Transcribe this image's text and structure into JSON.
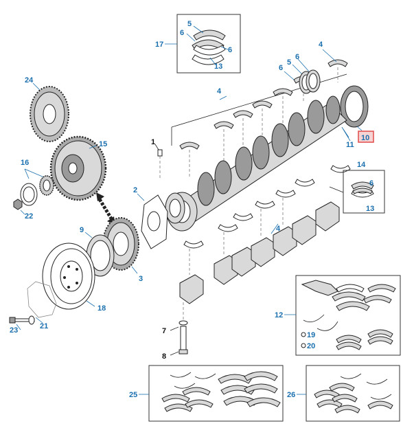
{
  "diagram": {
    "highlight_color": "#e04a4a",
    "callout_color": "#1a6fae",
    "callouts": {
      "c1": "1",
      "c2": "2",
      "c3": "3",
      "c4a": "4",
      "c4b": "4",
      "c4c": "4",
      "c5a": "5",
      "c5b": "5",
      "c6a": "6",
      "c6b": "6",
      "c6c": "6",
      "c6d": "6",
      "c6e": "6",
      "c7": "7",
      "c8": "8",
      "c9": "9",
      "c10": "10",
      "c11": "11",
      "c12": "12",
      "c13a": "13",
      "c13b": "13",
      "c14": "14",
      "c15": "15",
      "c16": "16",
      "c17": "17",
      "c18": "18",
      "c19": "19",
      "c20": "20",
      "c21": "21",
      "c22": "22",
      "c23": "23",
      "c24": "24",
      "c25": "25",
      "c26": "26"
    }
  }
}
